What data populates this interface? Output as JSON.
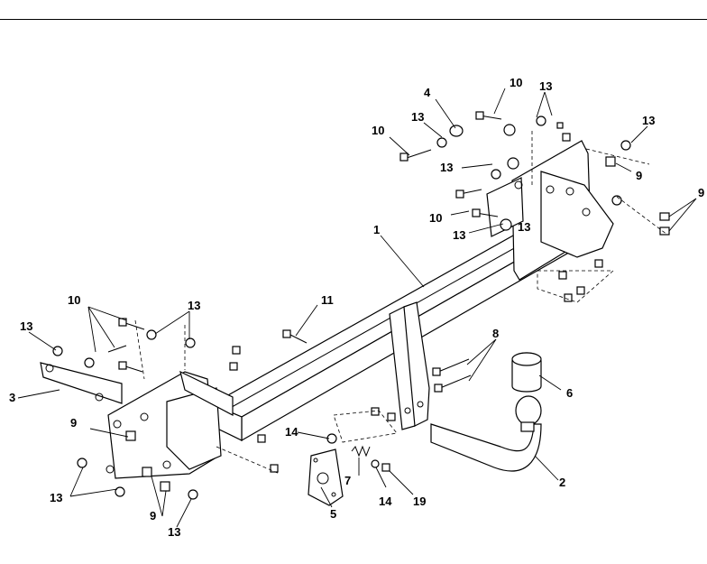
{
  "diagram": {
    "callouts": [
      {
        "id": "c1",
        "text": "1"
      },
      {
        "id": "c2",
        "text": "2"
      },
      {
        "id": "c3",
        "text": "3"
      },
      {
        "id": "c4",
        "text": "4"
      },
      {
        "id": "c5",
        "text": "5"
      },
      {
        "id": "c6",
        "text": "6"
      },
      {
        "id": "c7",
        "text": "7"
      },
      {
        "id": "c8",
        "text": "8"
      },
      {
        "id": "c9a",
        "text": "9"
      },
      {
        "id": "c9b",
        "text": "9"
      },
      {
        "id": "c9c",
        "text": "9"
      },
      {
        "id": "c9d",
        "text": "9"
      },
      {
        "id": "c10a",
        "text": "10"
      },
      {
        "id": "c10b",
        "text": "10"
      },
      {
        "id": "c10c",
        "text": "10"
      },
      {
        "id": "c10d",
        "text": "10"
      },
      {
        "id": "c11",
        "text": "11"
      },
      {
        "id": "c13a",
        "text": "13"
      },
      {
        "id": "c13b",
        "text": "13"
      },
      {
        "id": "c13c",
        "text": "13"
      },
      {
        "id": "c13d",
        "text": "13"
      },
      {
        "id": "c13e",
        "text": "13"
      },
      {
        "id": "c13f",
        "text": "13"
      },
      {
        "id": "c13g",
        "text": "13"
      },
      {
        "id": "c13h",
        "text": "13"
      },
      {
        "id": "c13i",
        "text": "13"
      },
      {
        "id": "c13j",
        "text": "13"
      },
      {
        "id": "c14a",
        "text": "14"
      },
      {
        "id": "c14b",
        "text": "14"
      },
      {
        "id": "c19",
        "text": "19"
      }
    ]
  }
}
